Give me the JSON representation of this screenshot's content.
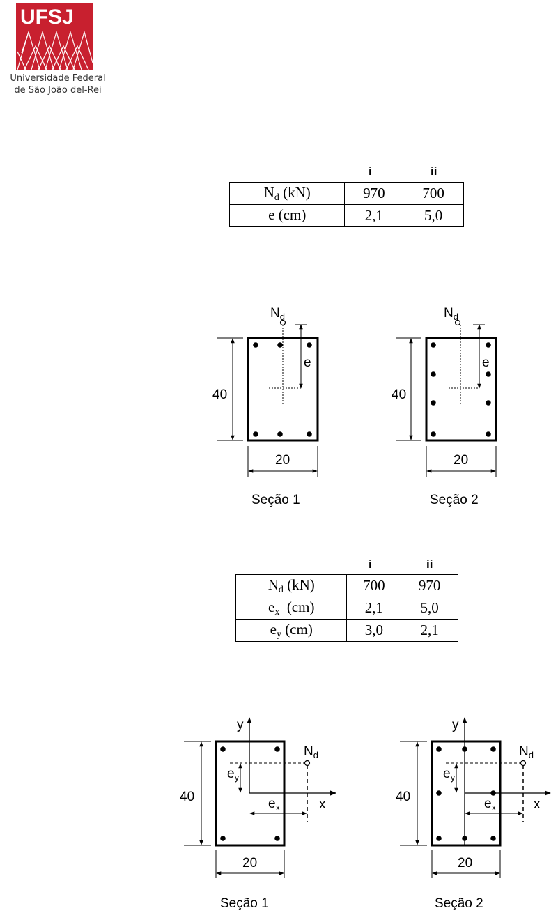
{
  "logo": {
    "abbr": "UFSJ",
    "name_line1": "Universidade Federal",
    "name_line2": "de São João del-Rei",
    "color": "#c8202f"
  },
  "table1": {
    "columns": [
      "i",
      "ii"
    ],
    "rows": [
      {
        "label": "N",
        "sub": "d",
        "unit": " (kN)",
        "values": [
          "970",
          "700"
        ]
      },
      {
        "label": "e",
        "sub": "",
        "unit": " (cm)",
        "values": [
          "2,1",
          "5,0"
        ]
      }
    ]
  },
  "table2": {
    "columns": [
      "i",
      "ii"
    ],
    "rows": [
      {
        "label": "N",
        "sub": "d",
        "unit": " (kN)",
        "values": [
          "700",
          "970"
        ]
      },
      {
        "label": "e",
        "sub": "x",
        "unit": "  (cm)",
        "values": [
          "2,1",
          "5,0"
        ]
      },
      {
        "label": "e",
        "sub": "y",
        "unit": " (cm)",
        "values": [
          "3,0",
          "2,1"
        ]
      }
    ]
  },
  "figure1": {
    "load_label": "N",
    "load_sub": "d",
    "ecc_label": "e",
    "height_dim": "40",
    "width_dim": "20",
    "section1_caption": "Seção 1",
    "section2_caption": "Seção 2"
  },
  "figure2": {
    "y_axis": "y",
    "x_axis": "x",
    "load_label": "N",
    "load_sub": "d",
    "ex_label": "e",
    "ex_sub": "x",
    "ey_label": "e",
    "ey_sub": "y",
    "height_dim": "40",
    "width_dim": "20",
    "section1_caption": "Seção 1",
    "section2_caption": "Seção 2"
  }
}
